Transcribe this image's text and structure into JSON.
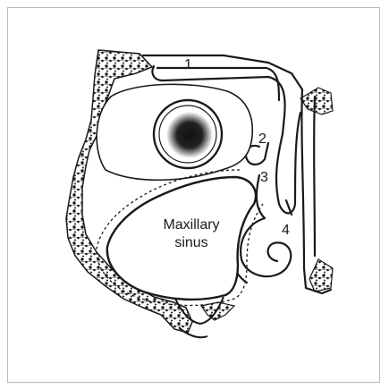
{
  "figure": {
    "labels": {
      "n1": "1",
      "n2": "2",
      "n3": "3",
      "n4": "4",
      "maxillary_line1": "Maxillary",
      "maxillary_line2": "sinus"
    },
    "colors": {
      "ink": "#1a1a1a",
      "paper": "#ffffff",
      "frame": "#b9b9b9"
    },
    "icons": [
      "orbit-eye-icon",
      "bone-texture-icon"
    ]
  }
}
